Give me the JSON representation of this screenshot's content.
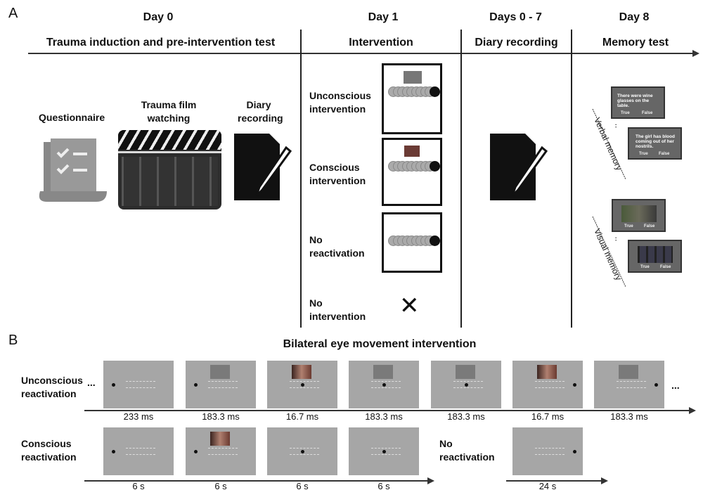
{
  "panel_a": {
    "label": "A",
    "days": [
      "Day 0",
      "Day 1",
      "Days 0 - 7",
      "Day 8"
    ],
    "sections": [
      "Trauma induction and pre-intervention test",
      "Intervention",
      "Diary recording",
      "Memory test"
    ],
    "day0": {
      "questionnaire": "Questionnaire",
      "film": "Trauma film watching",
      "diary": "Diary recording"
    },
    "interventions": [
      "Unconscious intervention",
      "Conscious intervention",
      "No reactivation",
      "No intervention"
    ],
    "memory": {
      "verbal_label": "Verbal memory",
      "visual_label": "Visual memory",
      "ellipsis": "..",
      "verbal_cards": [
        "There were wine glasses on the table.",
        "The girl has blood coming out of her nostrils."
      ],
      "true_label": "True",
      "false_label": "False"
    }
  },
  "panel_b": {
    "label": "B",
    "title": "Bilateral eye movement intervention",
    "row1": {
      "label": "Unconscious reactivation",
      "lead": "...",
      "trail": "...",
      "screens": [
        {
          "pic": "none",
          "dot": "left",
          "time": "233 ms"
        },
        {
          "pic": "scrambled",
          "dot": "left",
          "time": "183.3 ms"
        },
        {
          "pic": "face",
          "dot": "center",
          "time": "16.7 ms"
        },
        {
          "pic": "scrambled",
          "dot": "center",
          "time": "183.3 ms"
        },
        {
          "pic": "scrambled",
          "dot": "center",
          "time": "183.3 ms"
        },
        {
          "pic": "face",
          "dot": "right",
          "time": "16.7 ms"
        },
        {
          "pic": "scrambled",
          "dot": "right",
          "time": "183.3 ms"
        }
      ]
    },
    "row2": {
      "label": "Conscious reactivation",
      "no_reactivation": "No reactivation",
      "screens": [
        {
          "pic": "none",
          "dot": "left",
          "time": "6 s"
        },
        {
          "pic": "face",
          "dot": "left",
          "time": "6 s"
        },
        {
          "pic": "none",
          "dot": "center",
          "time": "6 s"
        },
        {
          "pic": "none",
          "dot": "center",
          "time": "6 s"
        }
      ],
      "no_react_screen": {
        "pic": "none",
        "dot": "right",
        "time": "24 s"
      }
    }
  }
}
